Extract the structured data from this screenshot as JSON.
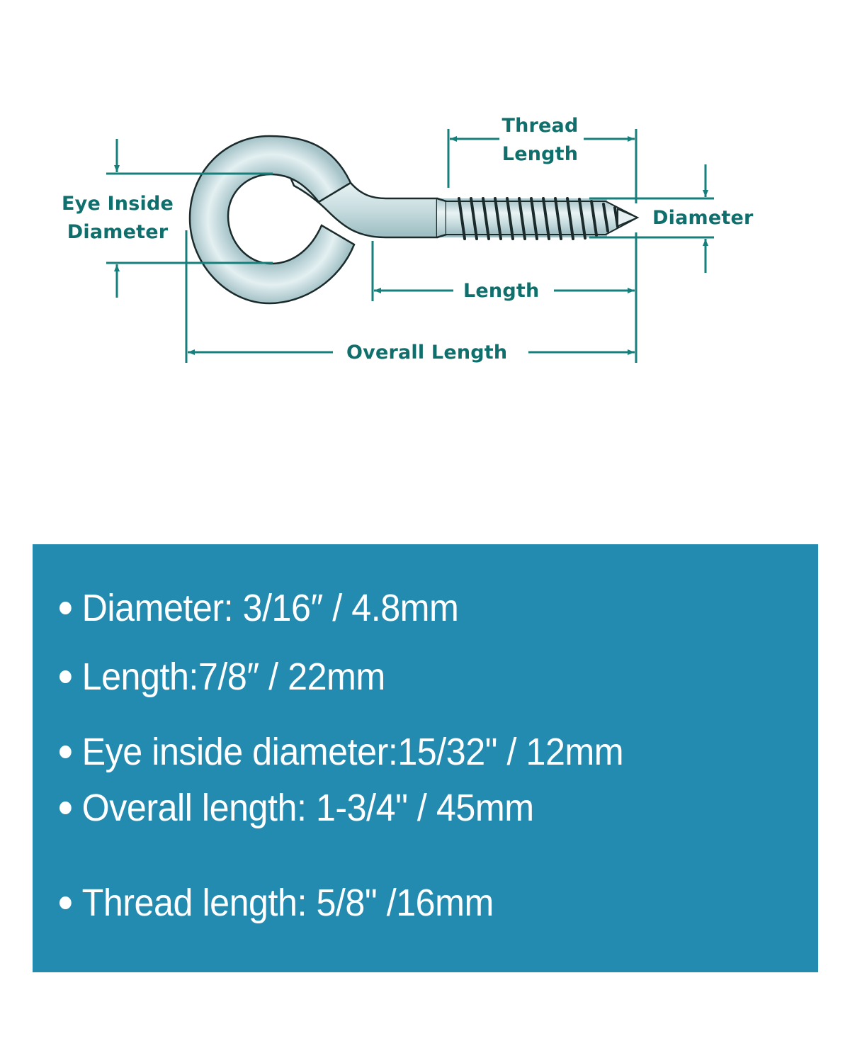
{
  "diagram": {
    "labels": {
      "thread_length_line1": "Thread",
      "thread_length_line2": "Length",
      "eye_inside_diameter_line1": "Eye Inside",
      "eye_inside_diameter_line2": "Diameter",
      "diameter": "Diameter",
      "length": "Length",
      "overall_length": "Overall Length"
    },
    "colors": {
      "dimension_line": "#177f7b",
      "label_text": "#0f6f6c",
      "metal_fill": "#c9dde0",
      "metal_outline": "#1b2a2a"
    }
  },
  "specs": {
    "panel_color": "#248bb0",
    "text_color": "#ffffff",
    "items": [
      {
        "label": "Diameter:",
        "value": "3/16″ / 4.8mm",
        "text": "Diameter: 3/16″ / 4.8mm"
      },
      {
        "label": "Length:",
        "value": "7/8″ / 22mm",
        "text": "Length:7/8″ / 22mm"
      },
      {
        "label": "Eye inside diameter:",
        "value": "15/32\" / 12mm",
        "text": "Eye inside diameter:15/32\" / 12mm"
      },
      {
        "label": "Overall length:",
        "value": "1-3/4\" / 45mm",
        "text": "Overall length: 1-3/4\" / 45mm"
      },
      {
        "label": "Thread length:",
        "value": "5/8\" /16mm",
        "text": "Thread length:  5/8\" /16mm"
      }
    ]
  }
}
